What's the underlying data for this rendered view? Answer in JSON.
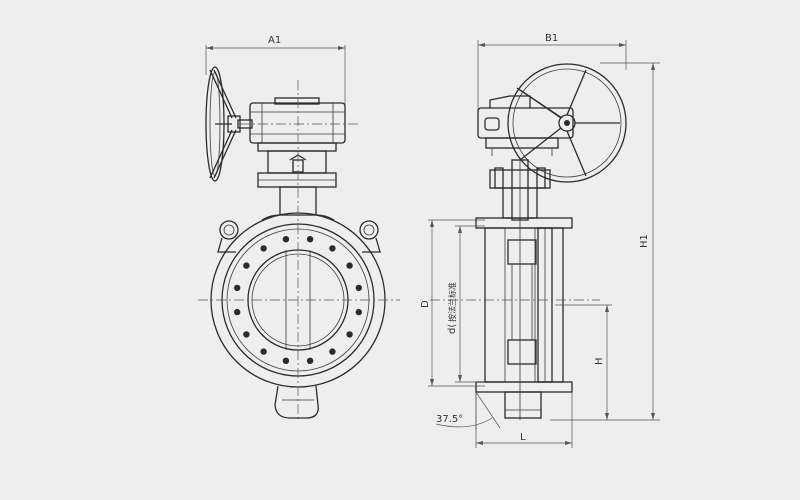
{
  "labels": {
    "a1": "A1",
    "b1": "B1",
    "h1": "H1",
    "d_upper": "D",
    "d_lower": "d(",
    "d_note": "按法兰标准",
    "h": "H",
    "l": "L",
    "angle": "37.5°"
  },
  "colors": {
    "background": "#eeeeee",
    "line": "#2b2b2b"
  }
}
